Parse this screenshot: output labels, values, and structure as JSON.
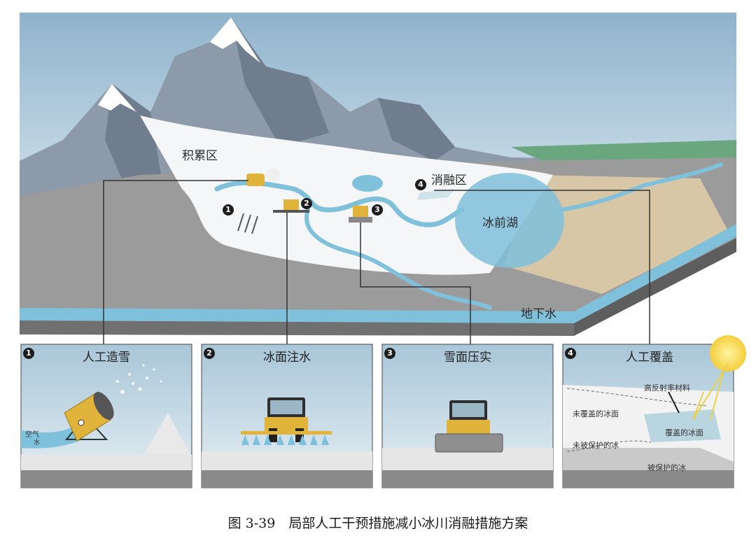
{
  "map": {
    "accumulation_zone": "积累区",
    "ablation_zone": "消融区",
    "proglacial_lake": "冰前湖",
    "groundwater": "地下水"
  },
  "markers": [
    "1",
    "2",
    "3",
    "4"
  ],
  "panels": [
    {
      "number": "1",
      "title": "人工造雪",
      "labels": [
        "空气",
        "水"
      ]
    },
    {
      "number": "2",
      "title": "冰面注水"
    },
    {
      "number": "3",
      "title": "雪面压实"
    },
    {
      "number": "4",
      "title": "人工覆盖",
      "labels": [
        "高反射率材料",
        "未覆盖的冰面",
        "覆盖的冰面",
        "未被保护的冰",
        "被保护的冰"
      ]
    }
  ],
  "caption": "图 3-39　局部人工干预措施减小冰川消融措施方案",
  "colors": {
    "sky_top": "#8fb3cc",
    "sky_bottom": "#cfe0ea",
    "mountain": "#8a98a8",
    "snow": "#f4f6f8",
    "water": "#7fc0db",
    "ground": "#7e7e7e",
    "green": "#6aa77e",
    "sand": "#d8c7a6",
    "machine": "#e0b43a"
  }
}
